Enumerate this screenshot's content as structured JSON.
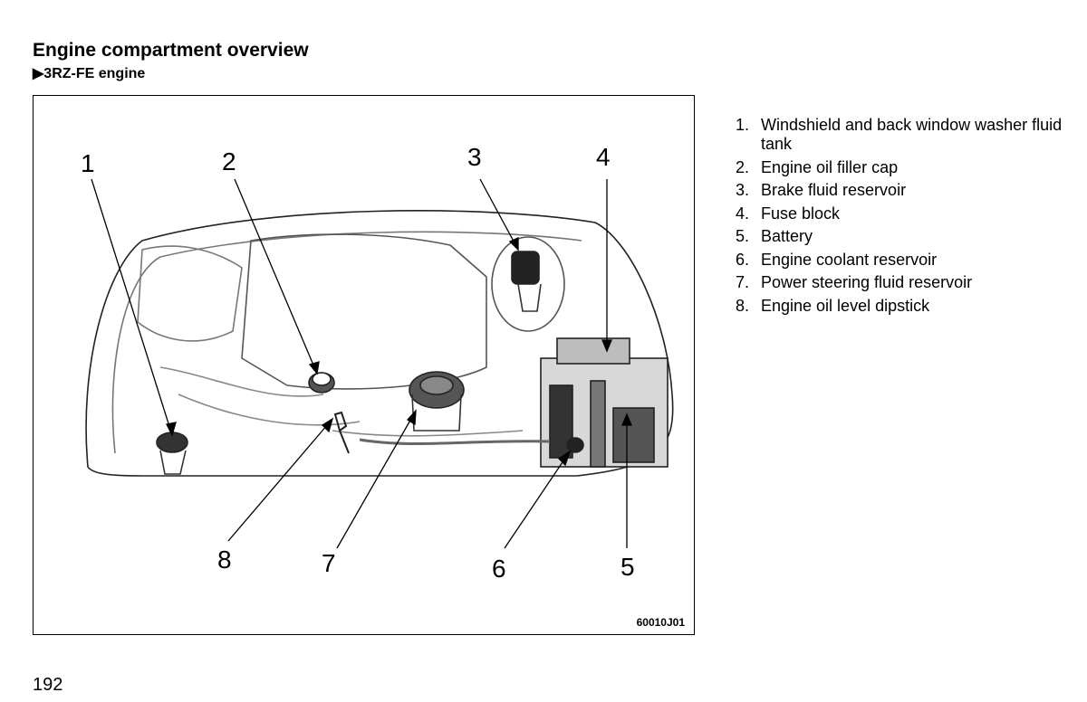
{
  "page": {
    "title": "Engine compartment overview",
    "subtitle": "▶3RZ-FE  engine",
    "page_number": "192"
  },
  "figure": {
    "code": "60010J01",
    "callouts": [
      "1",
      "2",
      "3",
      "4",
      "5",
      "6",
      "7",
      "8"
    ]
  },
  "legend": {
    "items": [
      {
        "number": "1.",
        "text": "Windshield and back window washer fluid tank"
      },
      {
        "number": "2.",
        "text": "Engine oil filler cap"
      },
      {
        "number": "3.",
        "text": "Brake fluid reservoir"
      },
      {
        "number": "4.",
        "text": "Fuse block"
      },
      {
        "number": "5.",
        "text": "Battery"
      },
      {
        "number": "6.",
        "text": "Engine coolant reservoir"
      },
      {
        "number": "7.",
        "text": "Power steering fluid reservoir"
      },
      {
        "number": "8.",
        "text": "Engine oil level dipstick"
      }
    ]
  }
}
